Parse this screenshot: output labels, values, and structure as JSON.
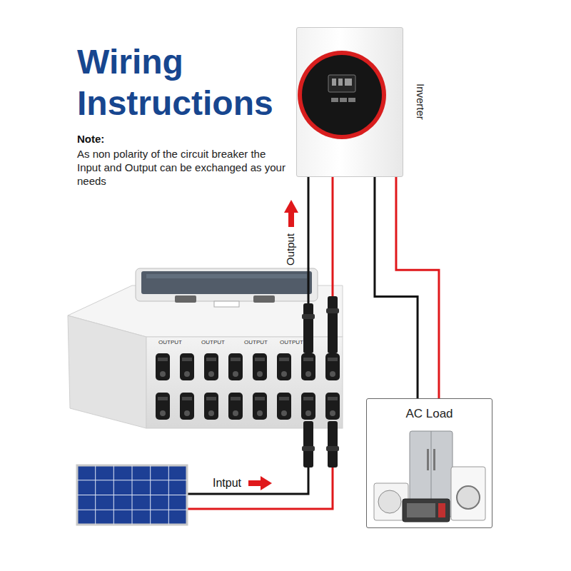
{
  "diagram": {
    "title": "Wiring Instructions",
    "nodes": [
      {
        "text": [
          "Inverter"
        ]
      },
      {
        "text": [
          "AC Load"
        ]
      }
    ],
    "edges": [
      {
        "from": 0,
        "to": 1,
        "arrow": "none"
      }
    ],
    "labels": [
      "Note:",
      "As non polarity of the circuit breaker the Input and Output can be exchanged as your needs",
      "Output",
      "Intput",
      "OUTPUT",
      "OUTPUT",
      "OUTPUT",
      "OUTPUT"
    ]
  }
}
